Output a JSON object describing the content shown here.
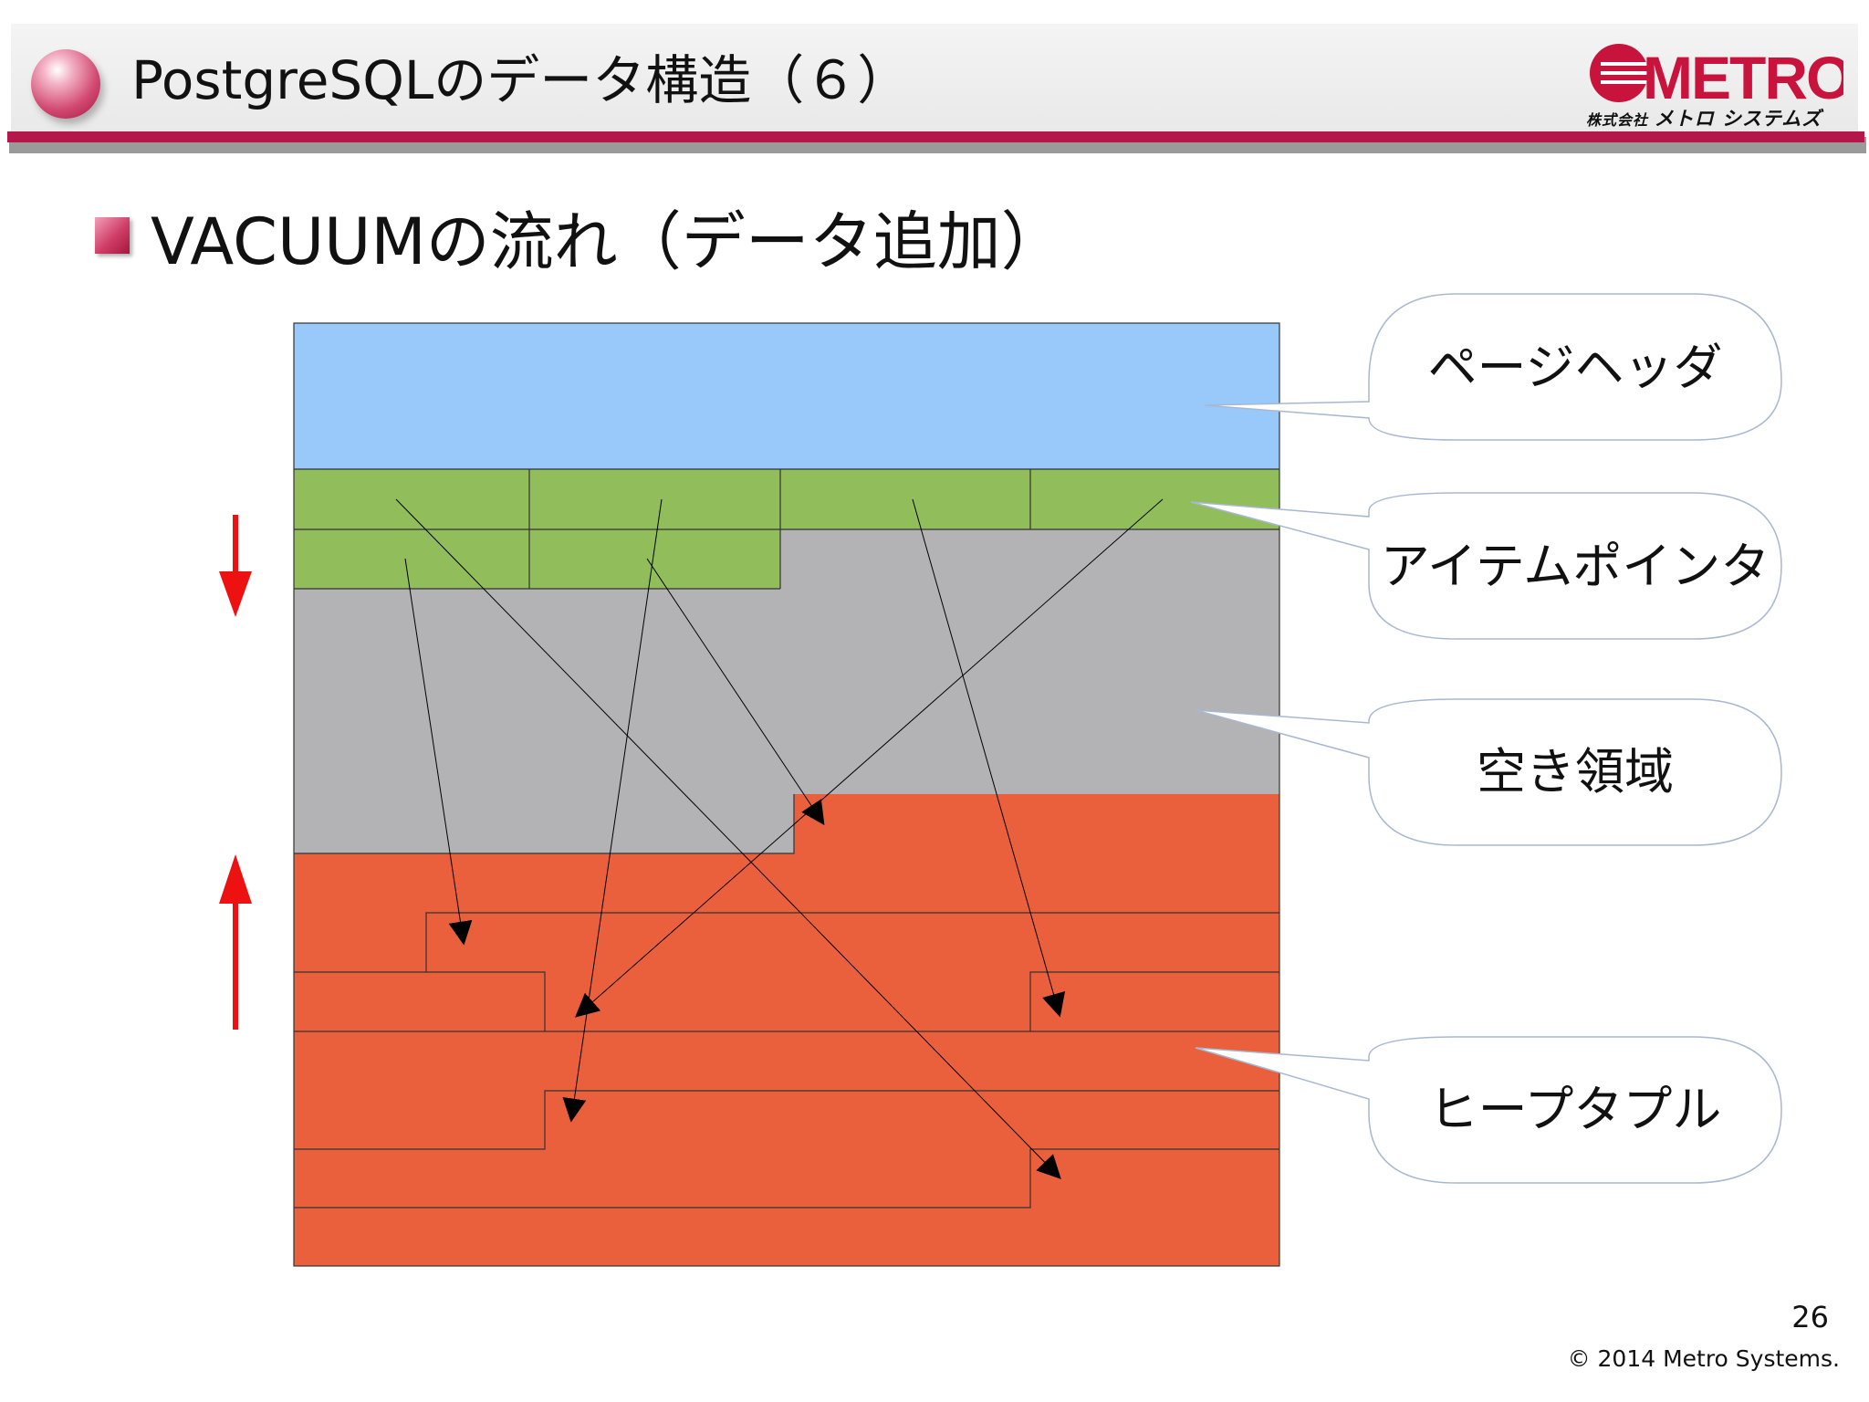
{
  "header": {
    "title": "PostgreSQLのデータ構造（６）",
    "logo_text": "METRO",
    "logo_company_prefix": "株式会社",
    "logo_company_name": "メトロ システムズ",
    "accent_color": "#b5174a"
  },
  "subtitle": "VACUUMの流れ（データ追加）",
  "diagram": {
    "regions": {
      "page_header": {
        "color": "#99c8fa"
      },
      "item_pointers": {
        "color": "#92bd5b"
      },
      "free_space": {
        "color": "#b3b2b5"
      },
      "heap_tuples": {
        "color": "#ea603d"
      }
    },
    "callouts": {
      "page_header": "ページヘッダ",
      "item_pointer": "アイテムポインタ",
      "free_space": "空き領域",
      "heap_tuple": "ヒープタプル"
    },
    "growth_arrows": {
      "item_pointers": "down",
      "heap_tuples": "up",
      "color": "#ee1111"
    }
  },
  "footer": {
    "page_number": "26",
    "copyright": "© 2014 Metro Systems."
  }
}
